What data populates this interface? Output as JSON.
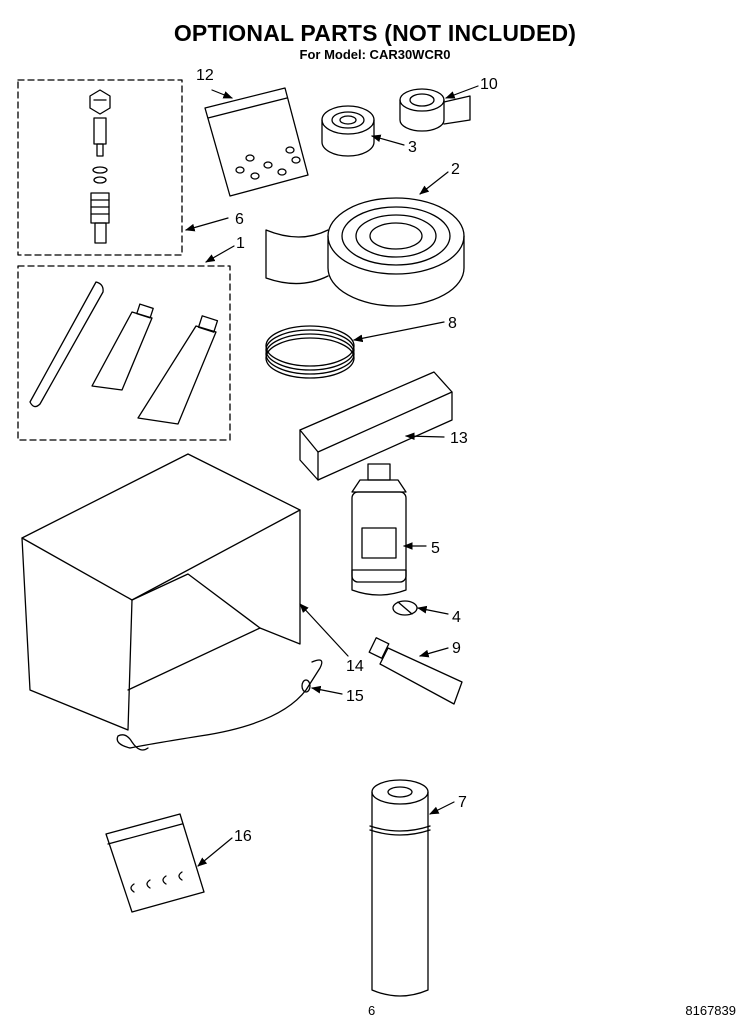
{
  "header": {
    "title": "OPTIONAL PARTS (NOT INCLUDED)",
    "subtitle": "For Model: CAR30WCR0"
  },
  "footer": {
    "page_number": "6",
    "document_number": "8167839"
  },
  "callouts": [
    "1",
    "2",
    "3",
    "4",
    "5",
    "6",
    "7",
    "8",
    "9",
    "10",
    "12",
    "13",
    "14",
    "15",
    "16"
  ]
}
